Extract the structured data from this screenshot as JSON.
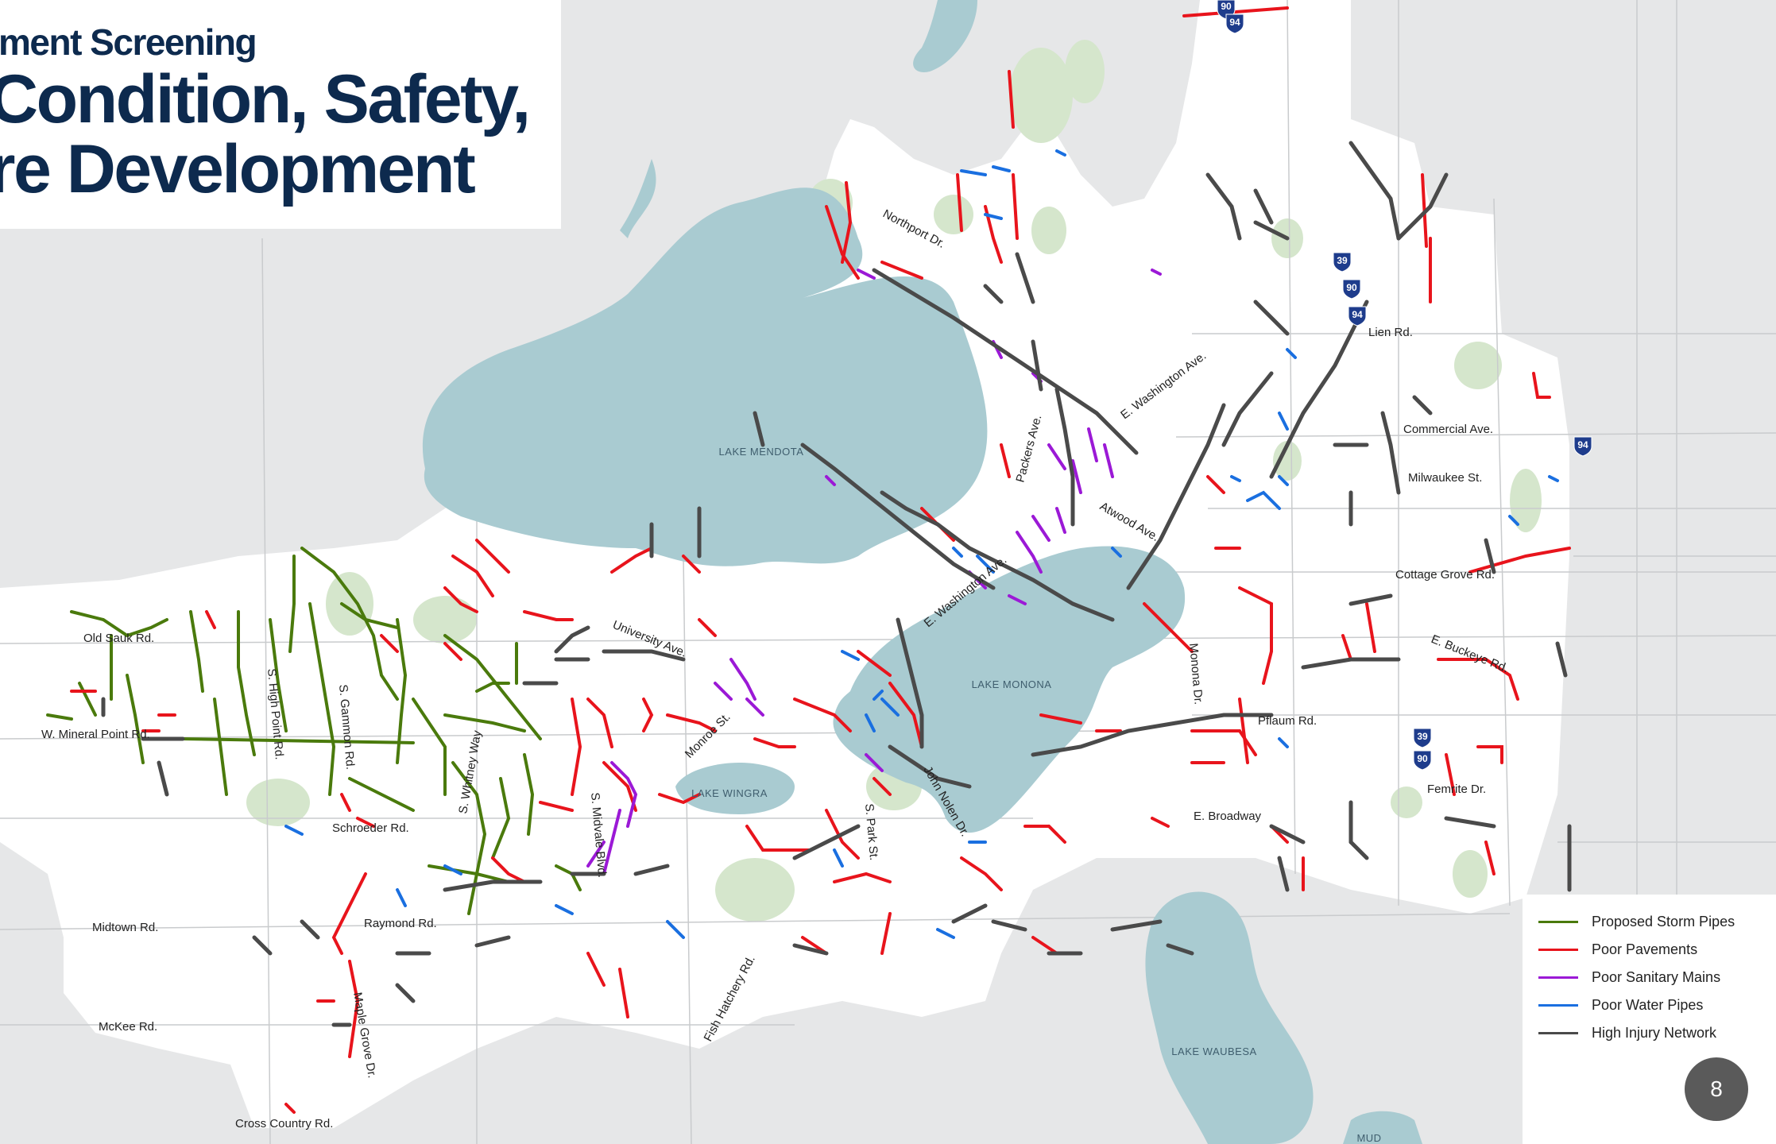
{
  "title": {
    "kicker": "ment Screening",
    "line1": "Condition, Safety,",
    "line2": "re Development"
  },
  "lakes": [
    {
      "name": "LAKE MENDOTA"
    },
    {
      "name": "LAKE MONONA"
    },
    {
      "name": "LAKE WINGRA"
    },
    {
      "name": "LAKE WAUBESA"
    },
    {
      "name": "MUD"
    }
  ],
  "roads": [
    {
      "name": "Northport Dr."
    },
    {
      "name": "Lien Rd."
    },
    {
      "name": "E. Washington Ave."
    },
    {
      "name": "Commercial Ave."
    },
    {
      "name": "Packers Ave."
    },
    {
      "name": "Milwaukee St."
    },
    {
      "name": "Atwood Ave."
    },
    {
      "name": "Cottage Grove Rd."
    },
    {
      "name": "E. Buckeye Rd."
    },
    {
      "name": "Old Sauk Rd."
    },
    {
      "name": "University Ave."
    },
    {
      "name": "E. Washington Ave."
    },
    {
      "name": "Monona Dr."
    },
    {
      "name": "W. Mineral Point Rd."
    },
    {
      "name": "S. High Point Rd."
    },
    {
      "name": "S. Gammon Rd."
    },
    {
      "name": "S. Whitney Way"
    },
    {
      "name": "Monroe St."
    },
    {
      "name": "Pflaum Rd."
    },
    {
      "name": "Femrite Dr."
    },
    {
      "name": "Schroeder Rd."
    },
    {
      "name": "S. Midvale Blvd."
    },
    {
      "name": "S. Park St."
    },
    {
      "name": "John Nolen Dr."
    },
    {
      "name": "E. Broadway"
    },
    {
      "name": "Midtown Rd."
    },
    {
      "name": "Raymond Rd."
    },
    {
      "name": "Fish Hatchery Rd."
    },
    {
      "name": "McKee Rd."
    },
    {
      "name": "Maple Grove Dr."
    },
    {
      "name": "Cross Country Rd."
    }
  ],
  "shields": [
    "90",
    "94",
    "39",
    "90",
    "94",
    "94",
    "39",
    "90"
  ],
  "legend": [
    {
      "label": "Proposed Storm Pipes",
      "color": "#4a7a0c"
    },
    {
      "label": "Poor Pavements",
      "color": "#e8141c"
    },
    {
      "label": "Poor Sanitary Mains",
      "color": "#9b19d6"
    },
    {
      "label": "Poor Water Pipes",
      "color": "#1a6fe0"
    },
    {
      "label": "High Injury Network",
      "color": "#4a4a4a"
    }
  ],
  "page_number": "8"
}
